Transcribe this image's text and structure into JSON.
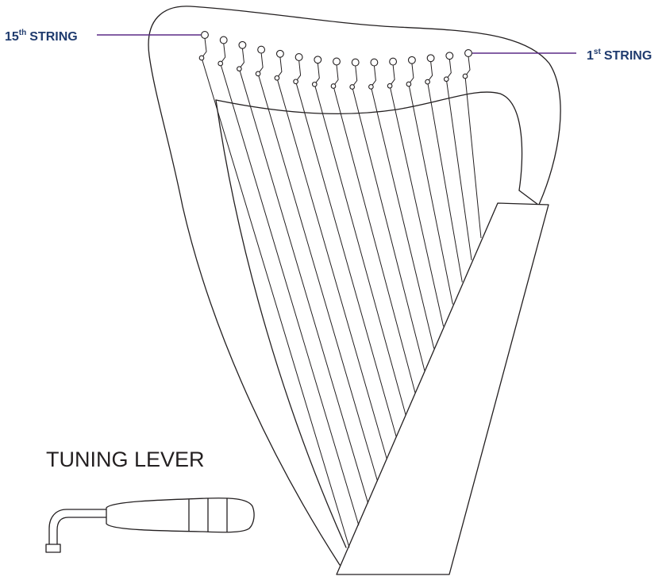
{
  "callouts": {
    "first_string": {
      "number": "1",
      "suffix": "st",
      "label": "STRING"
    },
    "fifteenth_string": {
      "number": "15",
      "suffix": "th",
      "label": "STRING"
    }
  },
  "tool": {
    "title": "TUNING LEVER"
  },
  "harp": {
    "string_count": 15
  },
  "colors": {
    "ink": "#231f20",
    "callout_text": "#1f3b6e",
    "callout_line": "#5b2a86"
  }
}
